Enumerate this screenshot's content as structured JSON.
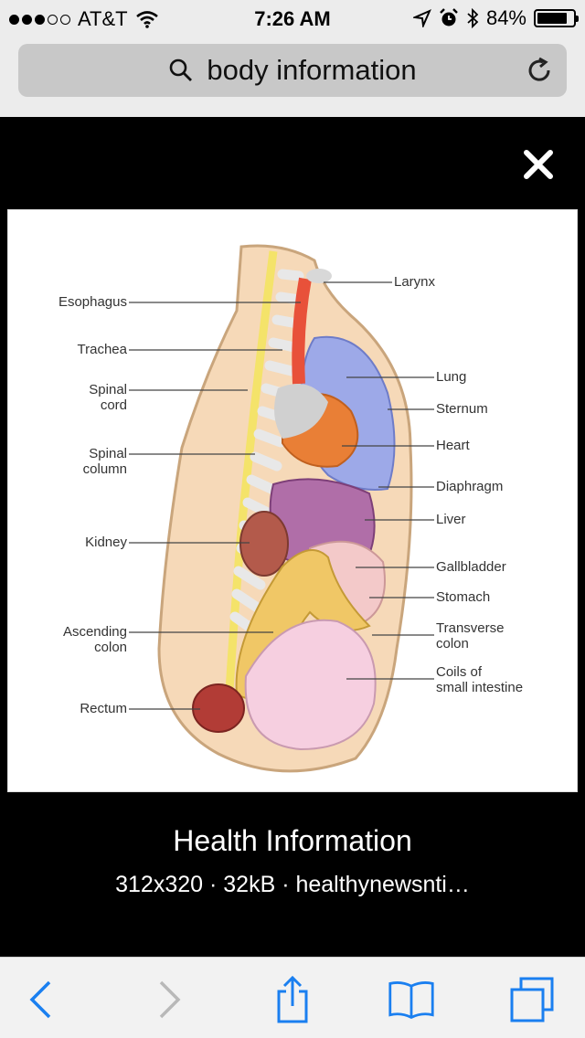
{
  "status_bar": {
    "carrier": "AT&T",
    "time": "7:26 AM",
    "battery": "84%",
    "battery_level": 0.84,
    "signal_bars_filled": 3,
    "signal_bars_total": 5
  },
  "url_bar": {
    "query": "body information",
    "icons": [
      "search-icon",
      "reload-icon"
    ]
  },
  "viewer": {
    "close_icon": "close-icon",
    "caption_title": "Health Information",
    "caption_meta": "312x320 · 32kB · healthynewsnti…"
  },
  "diagram": {
    "labels_left": [
      {
        "text": "Esophagus"
      },
      {
        "text": "Trachea"
      },
      {
        "text": "Spinal\ncord"
      },
      {
        "text": "Spinal\ncolumn"
      },
      {
        "text": "Kidney"
      },
      {
        "text": "Ascending\ncolon"
      },
      {
        "text": "Rectum"
      }
    ],
    "labels_right": [
      {
        "text": "Larynx"
      },
      {
        "text": "Lung"
      },
      {
        "text": "Sternum"
      },
      {
        "text": "Heart"
      },
      {
        "text": "Diaphragm"
      },
      {
        "text": "Liver"
      },
      {
        "text": "Gallbladder"
      },
      {
        "text": "Stomach"
      },
      {
        "text": "Transverse\ncolon"
      },
      {
        "text": "Coils of\nsmall intestine"
      }
    ]
  },
  "toolbar": {
    "icons": [
      "back-icon",
      "forward-icon",
      "share-icon",
      "bookmarks-icon",
      "tabs-icon"
    ]
  },
  "colors": {
    "accent": "#1a7ff0",
    "toolbar_bg": "#f2f2f2",
    "urlbar_bg": "#c8c8c8"
  }
}
